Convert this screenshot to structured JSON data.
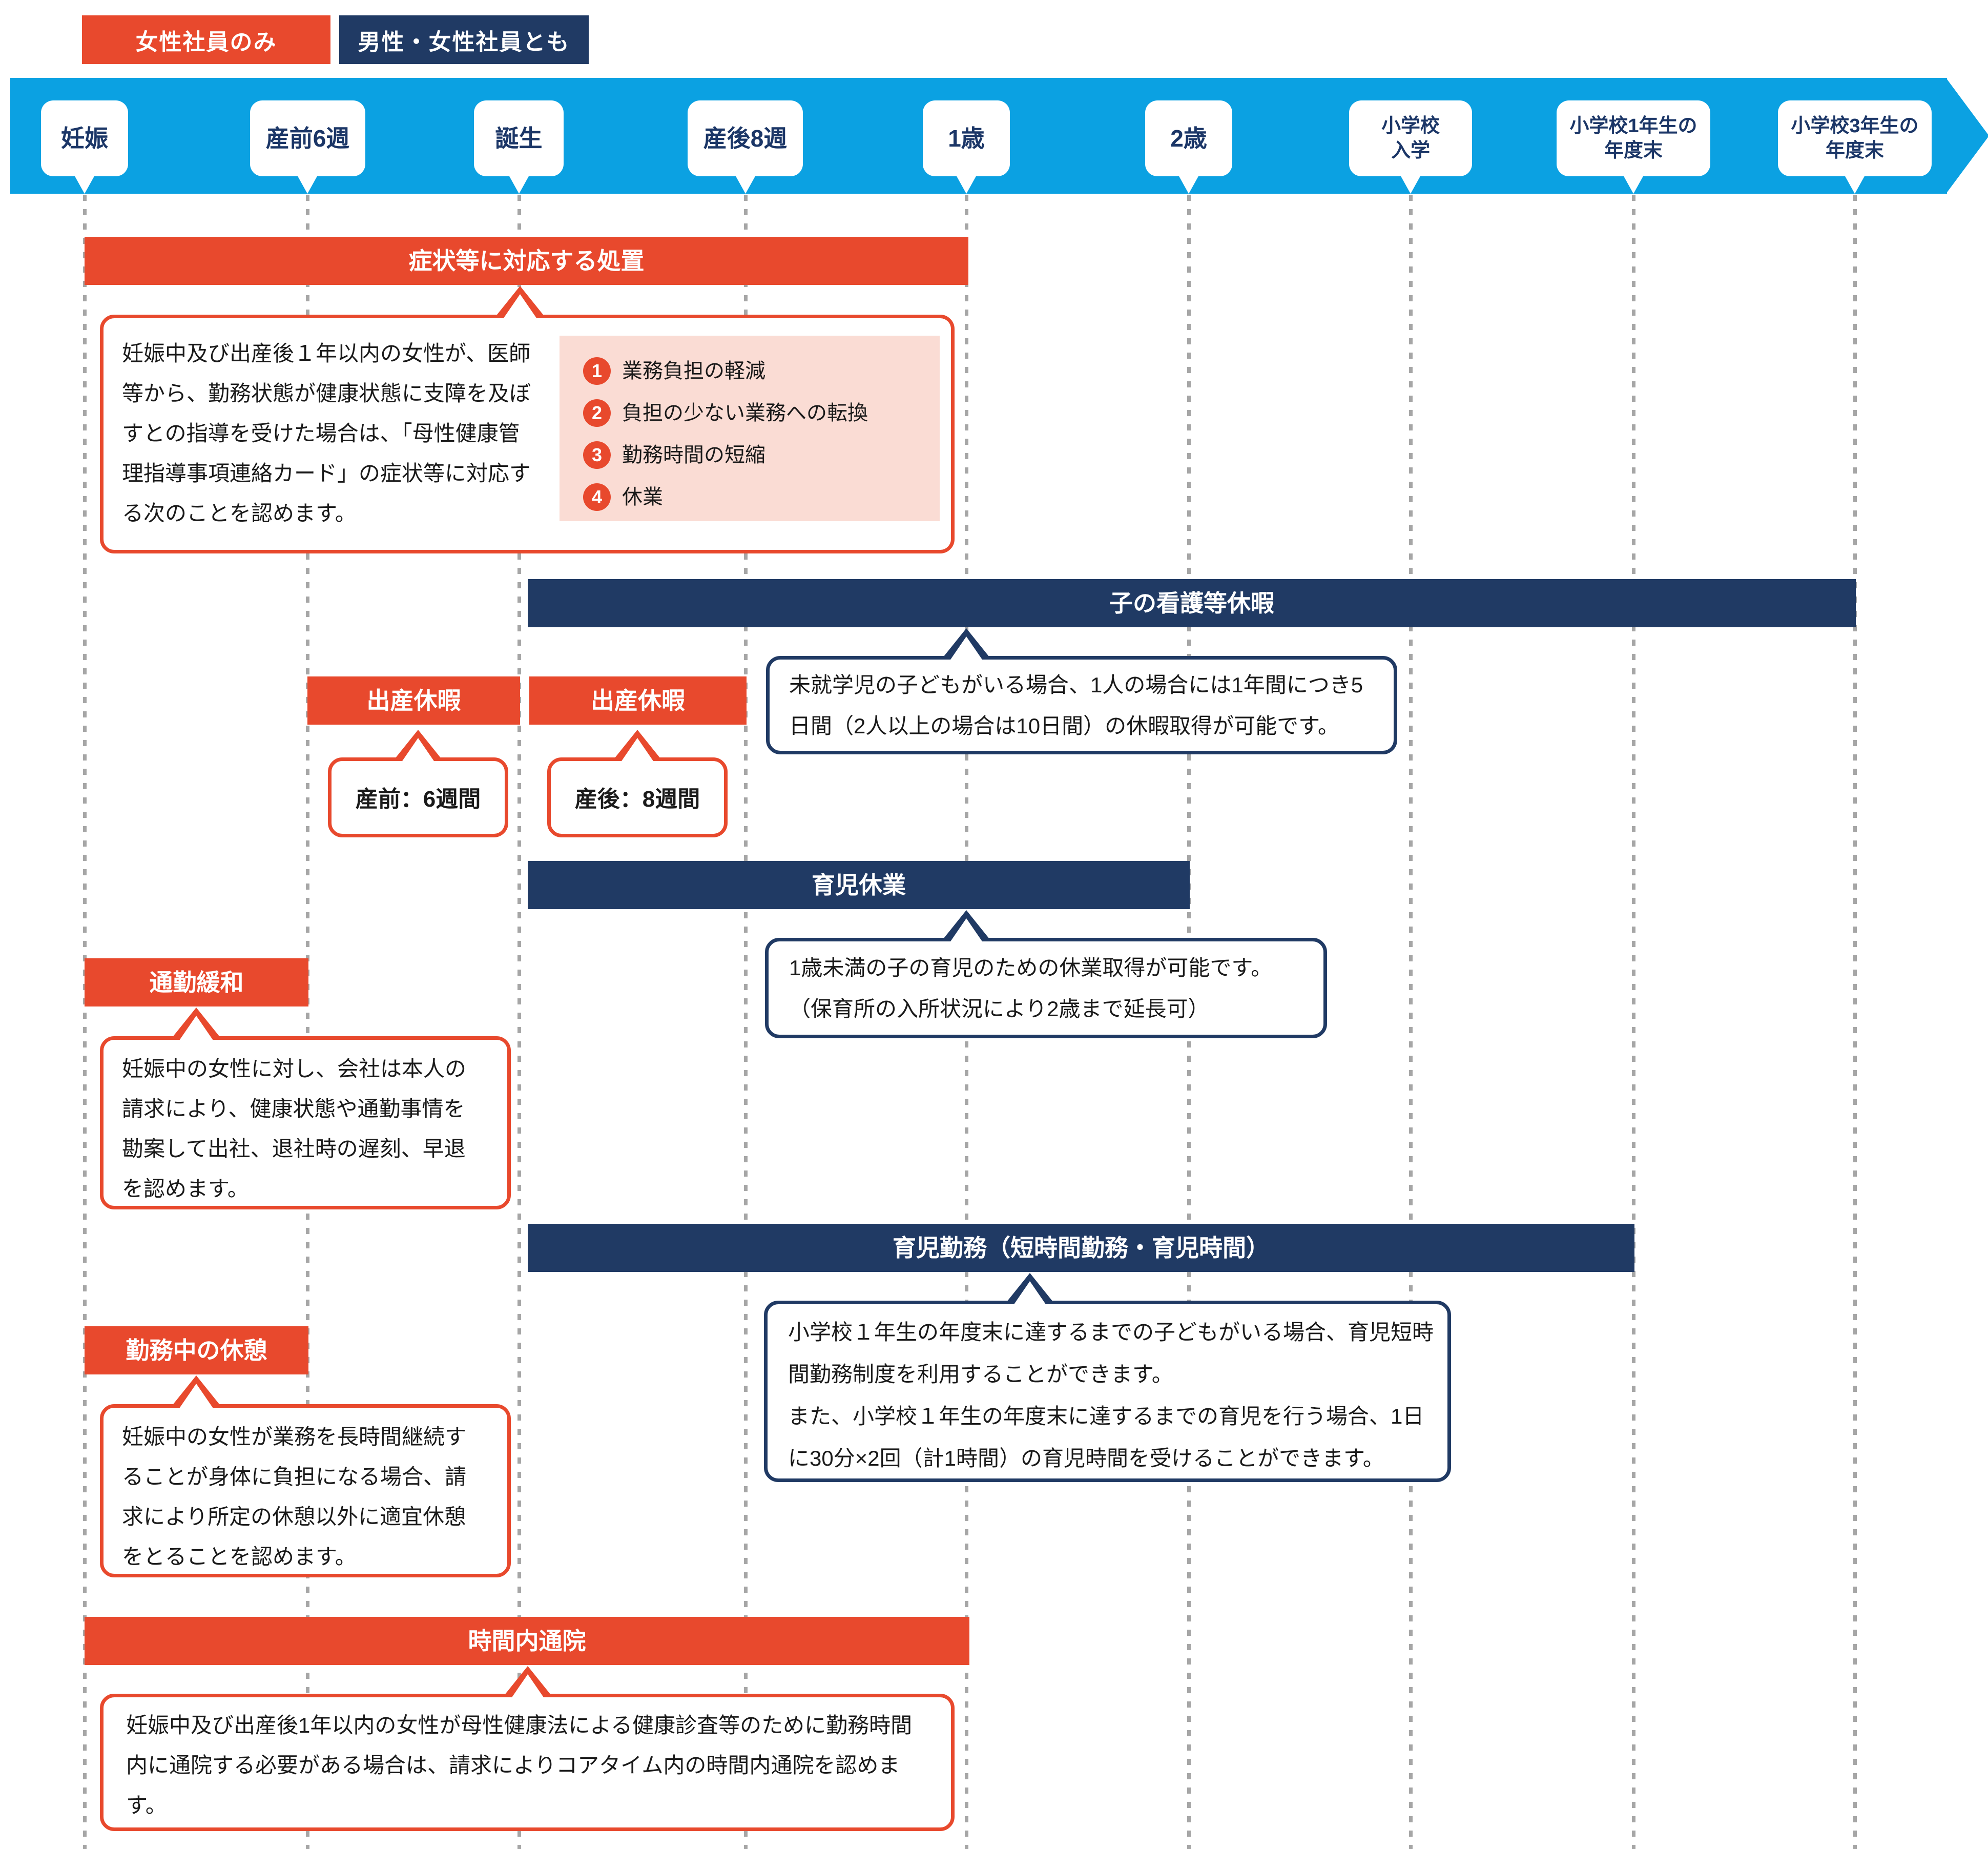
{
  "colors": {
    "female_only_red": "#E8492D",
    "both_navy": "#203A64",
    "timeline_blue": "#0BA1E2",
    "list_pink": "#FADCD4",
    "milestone_text_navy": "#1B3667",
    "guide_dot_gray": "#A6A6A6",
    "body_text": "#1A1A1A"
  },
  "legend": {
    "female_only": "女性社員のみ",
    "both": "男性・女性社員とも"
  },
  "timeline": {
    "milestones": [
      {
        "label": "妊娠"
      },
      {
        "label": "産前6週"
      },
      {
        "label": "誕生"
      },
      {
        "label": "産後8週"
      },
      {
        "label": "1歳"
      },
      {
        "label": "2歳"
      },
      {
        "label": "小学校\n入学"
      },
      {
        "label": "小学校1年生の\n年度末"
      },
      {
        "label": "小学校3年生の\n年度末"
      }
    ]
  },
  "bars": {
    "shochi": "症状等に対応する処置",
    "kango": "子の看護等休暇",
    "shussan_pre": "出産休暇",
    "shussan_post": "出産休暇",
    "ikuji_kyugyo": "育児休業",
    "tsukin": "通勤緩和",
    "ikuji_kinmu": "育児勤務（短時間勤務・育児時間）",
    "kinmuchu": "勤務中の休憩",
    "jikannai": "時間内通院"
  },
  "callouts": {
    "shochi": {
      "text": "妊娠中及び出産後１年以内の女性が、医師等から、勤務状態が健康状態に支障を及ぼすとの指導を受けた場合は、「母性健康管理指導事項連絡カード」の症状等に対応する次のことを認めます。",
      "items": [
        {
          "num": "1",
          "label": "業務負担の軽減"
        },
        {
          "num": "2",
          "label": "負担の少ない業務への転換"
        },
        {
          "num": "3",
          "label": "勤務時間の短縮"
        },
        {
          "num": "4",
          "label": "休業"
        }
      ]
    },
    "kango": {
      "text": "未就学児の子どもがいる場合、1人の場合には1年間につき5日間（2人以上の場合は10日間）の休暇取得が可能です。"
    },
    "sanzen": {
      "text": "産前：6週間"
    },
    "sango": {
      "text": "産後：8週間"
    },
    "ikuji_kyugyo": {
      "text": "1歳未満の子の育児のための休業取得が可能です。\n（保育所の入所状況により2歳まで延長可）"
    },
    "tsukin": {
      "text": "妊娠中の女性に対し、会社は本人の請求により、健康状態や通勤事情を勘案して出社、退社時の遅刻、早退を認めます。"
    },
    "ikuji_kinmu": {
      "text": "小学校１年生の年度末に達するまでの子どもがいる場合、育児短時間勤務制度を利用することができます。\nまた、小学校１年生の年度末に達するまでの育児を行う場合、1日に30分×2回（計1時間）の育児時間を受けることができます。"
    },
    "kinmuchu": {
      "text": "妊娠中の女性が業務を長時間継続することが身体に負担になる場合、請求により所定の休憩以外に適宜休憩をとることを認めます。"
    },
    "jikannai": {
      "text": "妊娠中及び出産後1年以内の女性が母性健康法による健康診査等のために勤務時間内に通院する必要がある場合は、請求によりコアタイム内の時間内通院を認めます。"
    }
  }
}
